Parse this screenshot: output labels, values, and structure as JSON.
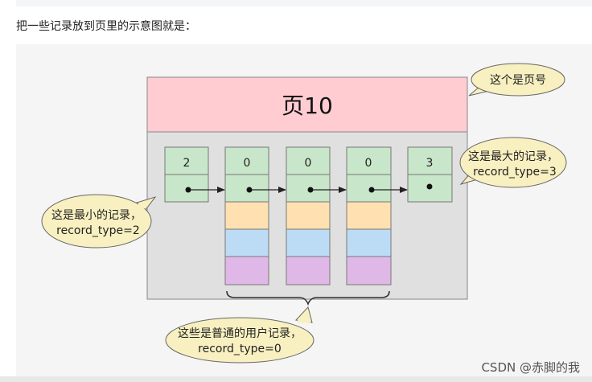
{
  "intro": "把一些记录放到页里的示意图就是：",
  "page_label": "页10",
  "records": [
    {
      "value": "2"
    },
    {
      "value": "0"
    },
    {
      "value": "0"
    },
    {
      "value": "0"
    },
    {
      "value": "3"
    }
  ],
  "callouts": {
    "page_number": "这个是页号",
    "max_record": [
      "这是最大的记录，",
      "record_type=3"
    ],
    "min_record": [
      "这是最小的记录，",
      "record_type=2"
    ],
    "user_records": [
      "这些是普通的用户记录，",
      "record_type=0"
    ]
  },
  "watermark": "CSDN @赤脚的我",
  "colors": {
    "page_header": "#ffccd2",
    "page_body": "#e0e0e0",
    "record": "#c8e6c9",
    "callout": "#f8f0c0",
    "stripe_orange": "#ffe0b0",
    "stripe_blue": "#bcdcf5",
    "stripe_purple": "#e0b8e8"
  }
}
